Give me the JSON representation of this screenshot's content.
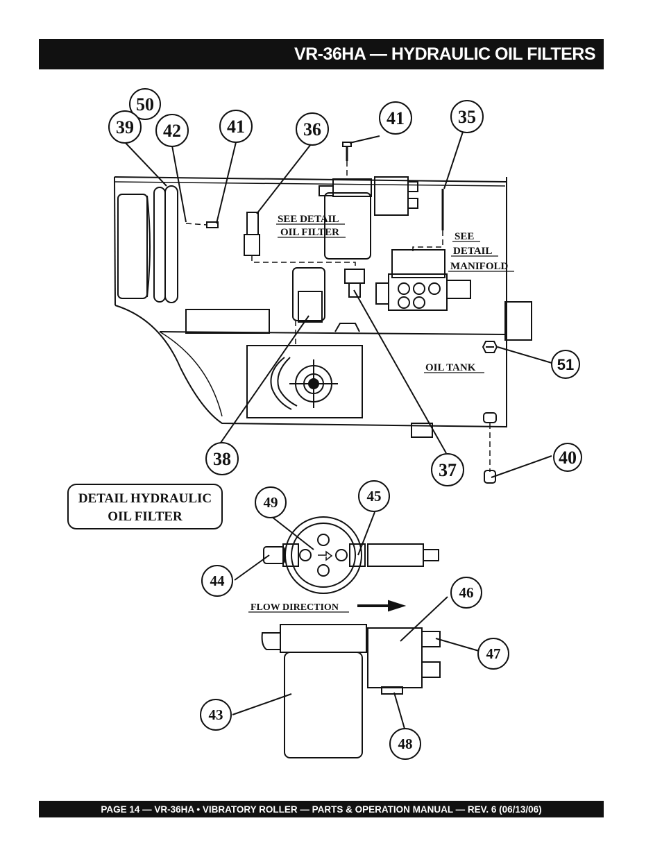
{
  "header": {
    "title": "VR-36HA — HYDRAULIC OIL FILTERS"
  },
  "footer": {
    "text": "PAGE 14 — VR-36HA • VIBRATORY ROLLER — PARTS & OPERATION MANUAL — REV. 6 (06/13/06)"
  },
  "diagram": {
    "callouts": {
      "c50": "50",
      "c39": "39",
      "c42": "42",
      "c41a": "41",
      "c36": "36",
      "c41b": "41",
      "c35": "35",
      "c51": "51",
      "c40": "40",
      "c38": "38",
      "c37": "37",
      "c49": "49",
      "c45": "45",
      "c44": "44",
      "c46": "46",
      "c47": "47",
      "c43": "43",
      "c48": "48"
    },
    "labels": {
      "see_detail_oil_filter_1": "SEE DETAIL",
      "see_detail_oil_filter_2": "OIL FILTER",
      "see_detail_manifold_1": "SEE",
      "see_detail_manifold_2": "DETAIL",
      "see_detail_manifold_3": "MANIFOLD",
      "oil_tank": "OIL TANK",
      "detail_box_1": "DETAIL HYDRAULIC",
      "detail_box_2": "OIL FILTER",
      "flow_direction": "FLOW DIRECTION"
    }
  }
}
